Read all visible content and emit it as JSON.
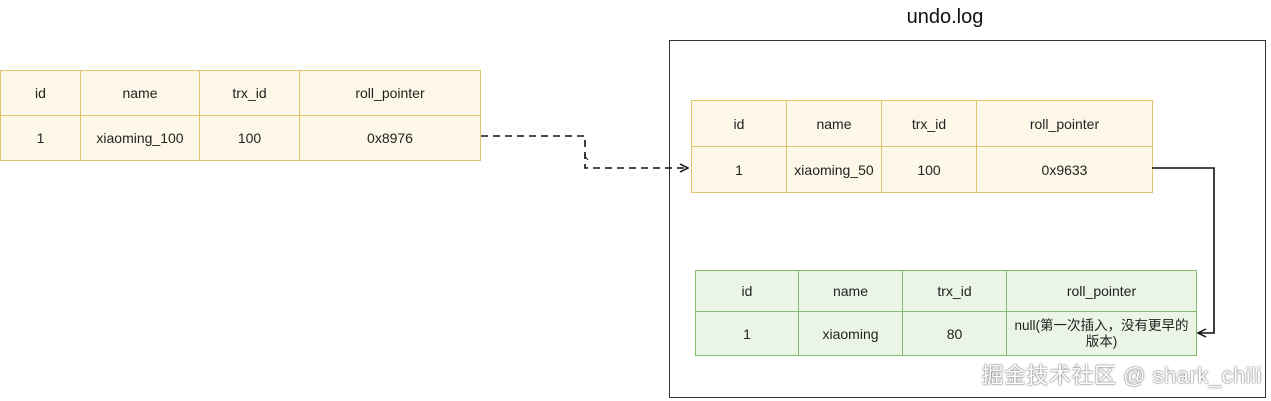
{
  "undo_title": "undo.log",
  "columns": [
    "id",
    "name",
    "trx_id",
    "roll_pointer"
  ],
  "current_record": {
    "id": "1",
    "name": "xiaoming_100",
    "trx_id": "100",
    "roll_pointer": "0x8976"
  },
  "undo_records": [
    {
      "id": "1",
      "name": "xiaoming_50",
      "trx_id": "100",
      "roll_pointer": "0x9633"
    },
    {
      "id": "1",
      "name": "xiaoming",
      "trx_id": "80",
      "roll_pointer": "null(第一次插入，没有更早的版本)"
    }
  ],
  "watermark": "掘金技术社区 @ shark_chili",
  "colors": {
    "yellow_fill": "#fdf7e7",
    "yellow_border": "#e2c46a",
    "green_fill": "#eaf5e6",
    "green_border": "#82bd6d"
  }
}
